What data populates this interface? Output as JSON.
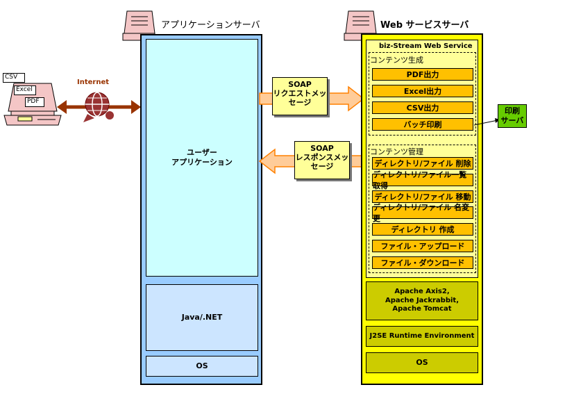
{
  "app_server": {
    "title": "アプリケーションサーバ",
    "main_label": "ユーザー\nアプリケーション",
    "runtime_label": "Java/.NET",
    "os_label": "OS"
  },
  "web_server": {
    "title": "Web サービスサーバ",
    "service_name": "biz-Stream Web Service",
    "generation_label": "コンテンツ生成",
    "generation_items": [
      "PDF出力",
      "Excel出力",
      "CSV出力",
      "バッチ印刷"
    ],
    "management_label": "コンテンツ管理",
    "management_items": [
      "ディレクトリ/ファイル 削除",
      "ディレクトリ/ファイル一覧取得",
      "ディレクトリ/ファイル 移動",
      "ディレクトリ/ファイル 名変更",
      "ディレクトリ 作成",
      "ファイル・アップロード",
      "ファイル・ダウンロード"
    ],
    "stack_label": "Apache Axis2,\nApache Jackrabbit,\nApache Tomcat",
    "jre_label": "J2SE Runtime Environment",
    "os_label": "OS"
  },
  "client": {
    "docs": [
      "CSV",
      "Excel",
      "PDF"
    ],
    "internet_label": "Internet"
  },
  "messages": {
    "request": "SOAP\nリクエストメッ\nセージ",
    "response": "SOAP\nレスポンスメッ\nセージ"
  },
  "print_server": {
    "label": "印刷\nサーバ"
  },
  "colors": {
    "app_outer": "#99ccff",
    "app_main": "#ccffff",
    "app_sub": "#cce5ff",
    "web_outer": "#ffff00",
    "web_inner": "#ffff99",
    "button": "#ffc000",
    "stack": "#cccc00",
    "print": "#66cc00",
    "arrow_fill": "#ffcc99",
    "arrow_stroke": "#ff8000",
    "internet": "#993333"
  }
}
